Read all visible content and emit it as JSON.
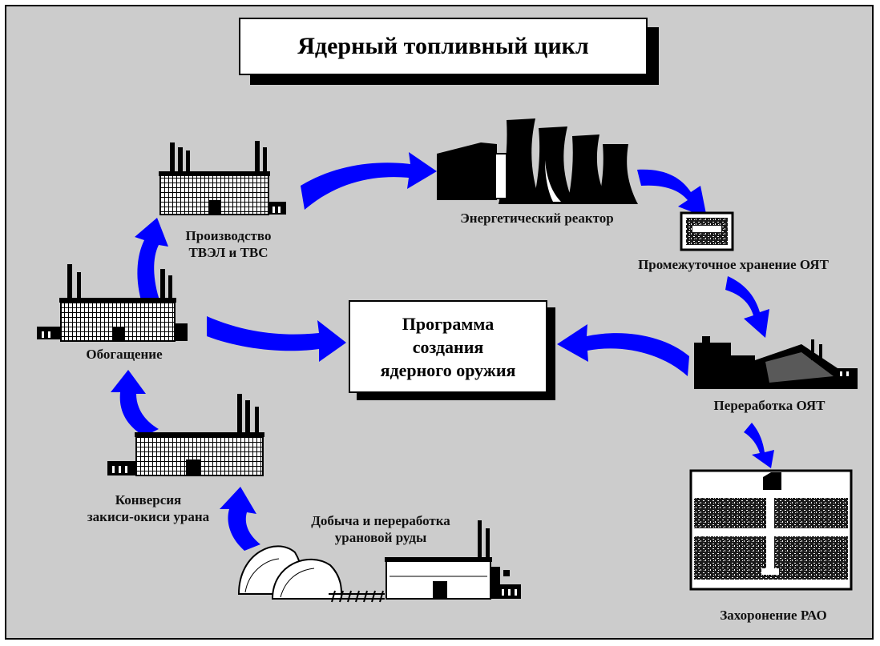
{
  "title": "Ядерный топливный цикл",
  "center": "Программа\nсоздания\nядерного оружия",
  "labels": {
    "fuel_production": "Производство\nТВЭЛ и ТВС",
    "reactor": "Энергетический реактор",
    "interim_storage": "Промежуточное хранение ОЯТ",
    "enrichment": "Обогащение",
    "reprocessing": "Переработка ОЯТ",
    "conversion": "Конверсия\nзакиси-окиси урана",
    "mining": "Добыча и переработка\nурановой руды",
    "disposal": "Захоронение РАО"
  },
  "colors": {
    "background": "#cccccc",
    "arrow": "#0000ff",
    "ink": "#000000",
    "box": "#ffffff"
  },
  "icons": [
    "factory-icon",
    "cooling-tower-icon",
    "storage-pool-icon",
    "reprocessing-plant-icon",
    "repository-icon",
    "dome-icon"
  ]
}
